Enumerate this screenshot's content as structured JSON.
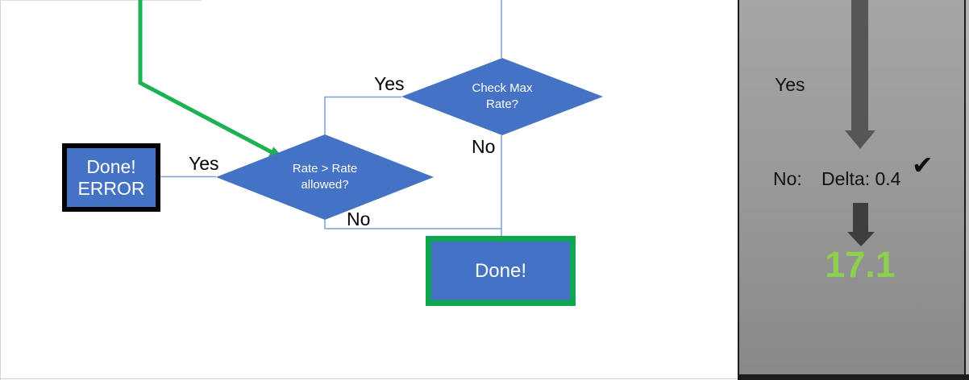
{
  "slide": {
    "background": "#ffffff",
    "edge_line_color": "#d2d2d2"
  },
  "flowchart": {
    "check_diamond": {
      "line1": "Check Max",
      "line2": "Rate?"
    },
    "rate_diamond": {
      "line1": "Rate > Rate",
      "line2": "allowed?"
    },
    "error_box": {
      "line1": "Done!",
      "line2": "ERROR"
    },
    "done_box": {
      "label": "Done!"
    },
    "branch_labels": {
      "check_yes": "Yes",
      "check_no": "No",
      "rate_yes": "Yes",
      "rate_no": "No"
    },
    "colors": {
      "shape_fill": "#4472c4",
      "shape_text": "#ffffff",
      "connector_blue": "#7f9fd6",
      "green_line": "#1eb153",
      "done_box_border_green": "#0fa650",
      "error_box_border": "#000000",
      "branch_label_text": "#000000"
    }
  },
  "overlay_panel": {
    "yes_label": "Yes",
    "no_label": "No:",
    "delta_text": "Delta: 0.4",
    "checkmark_icon": "✔",
    "result_value": "17.1",
    "colors": {
      "background_top": "#a5a5a5",
      "background_bottom": "#888888",
      "border_dark": "#1c1c1c",
      "big_arrow": "#565656",
      "small_arrow": "#3e3e3e",
      "result_green": "#8ed04e",
      "text": "#111111"
    }
  }
}
